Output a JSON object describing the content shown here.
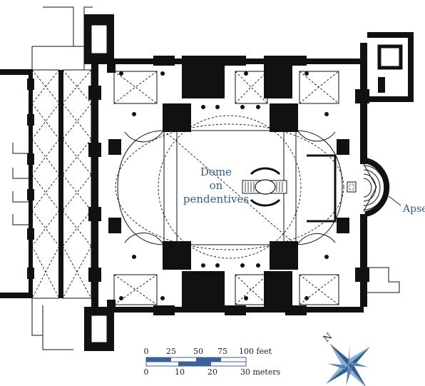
{
  "labels": {
    "dome_line1": "Dome",
    "dome_line2": "on",
    "dome_line3": "pendentives",
    "apse": "Apse"
  },
  "scale_bar": {
    "feet_ticks": [
      "0",
      "25",
      "50",
      "75",
      "100 feet"
    ],
    "meter_ticks": [
      "0",
      "10",
      "20",
      "30 meters"
    ],
    "color": "#3d5f9a"
  },
  "compass": {
    "north_label": "N",
    "color": "#2f5d8c"
  },
  "colors": {
    "label_text": "#2f5d8c",
    "walls": "#111111"
  }
}
